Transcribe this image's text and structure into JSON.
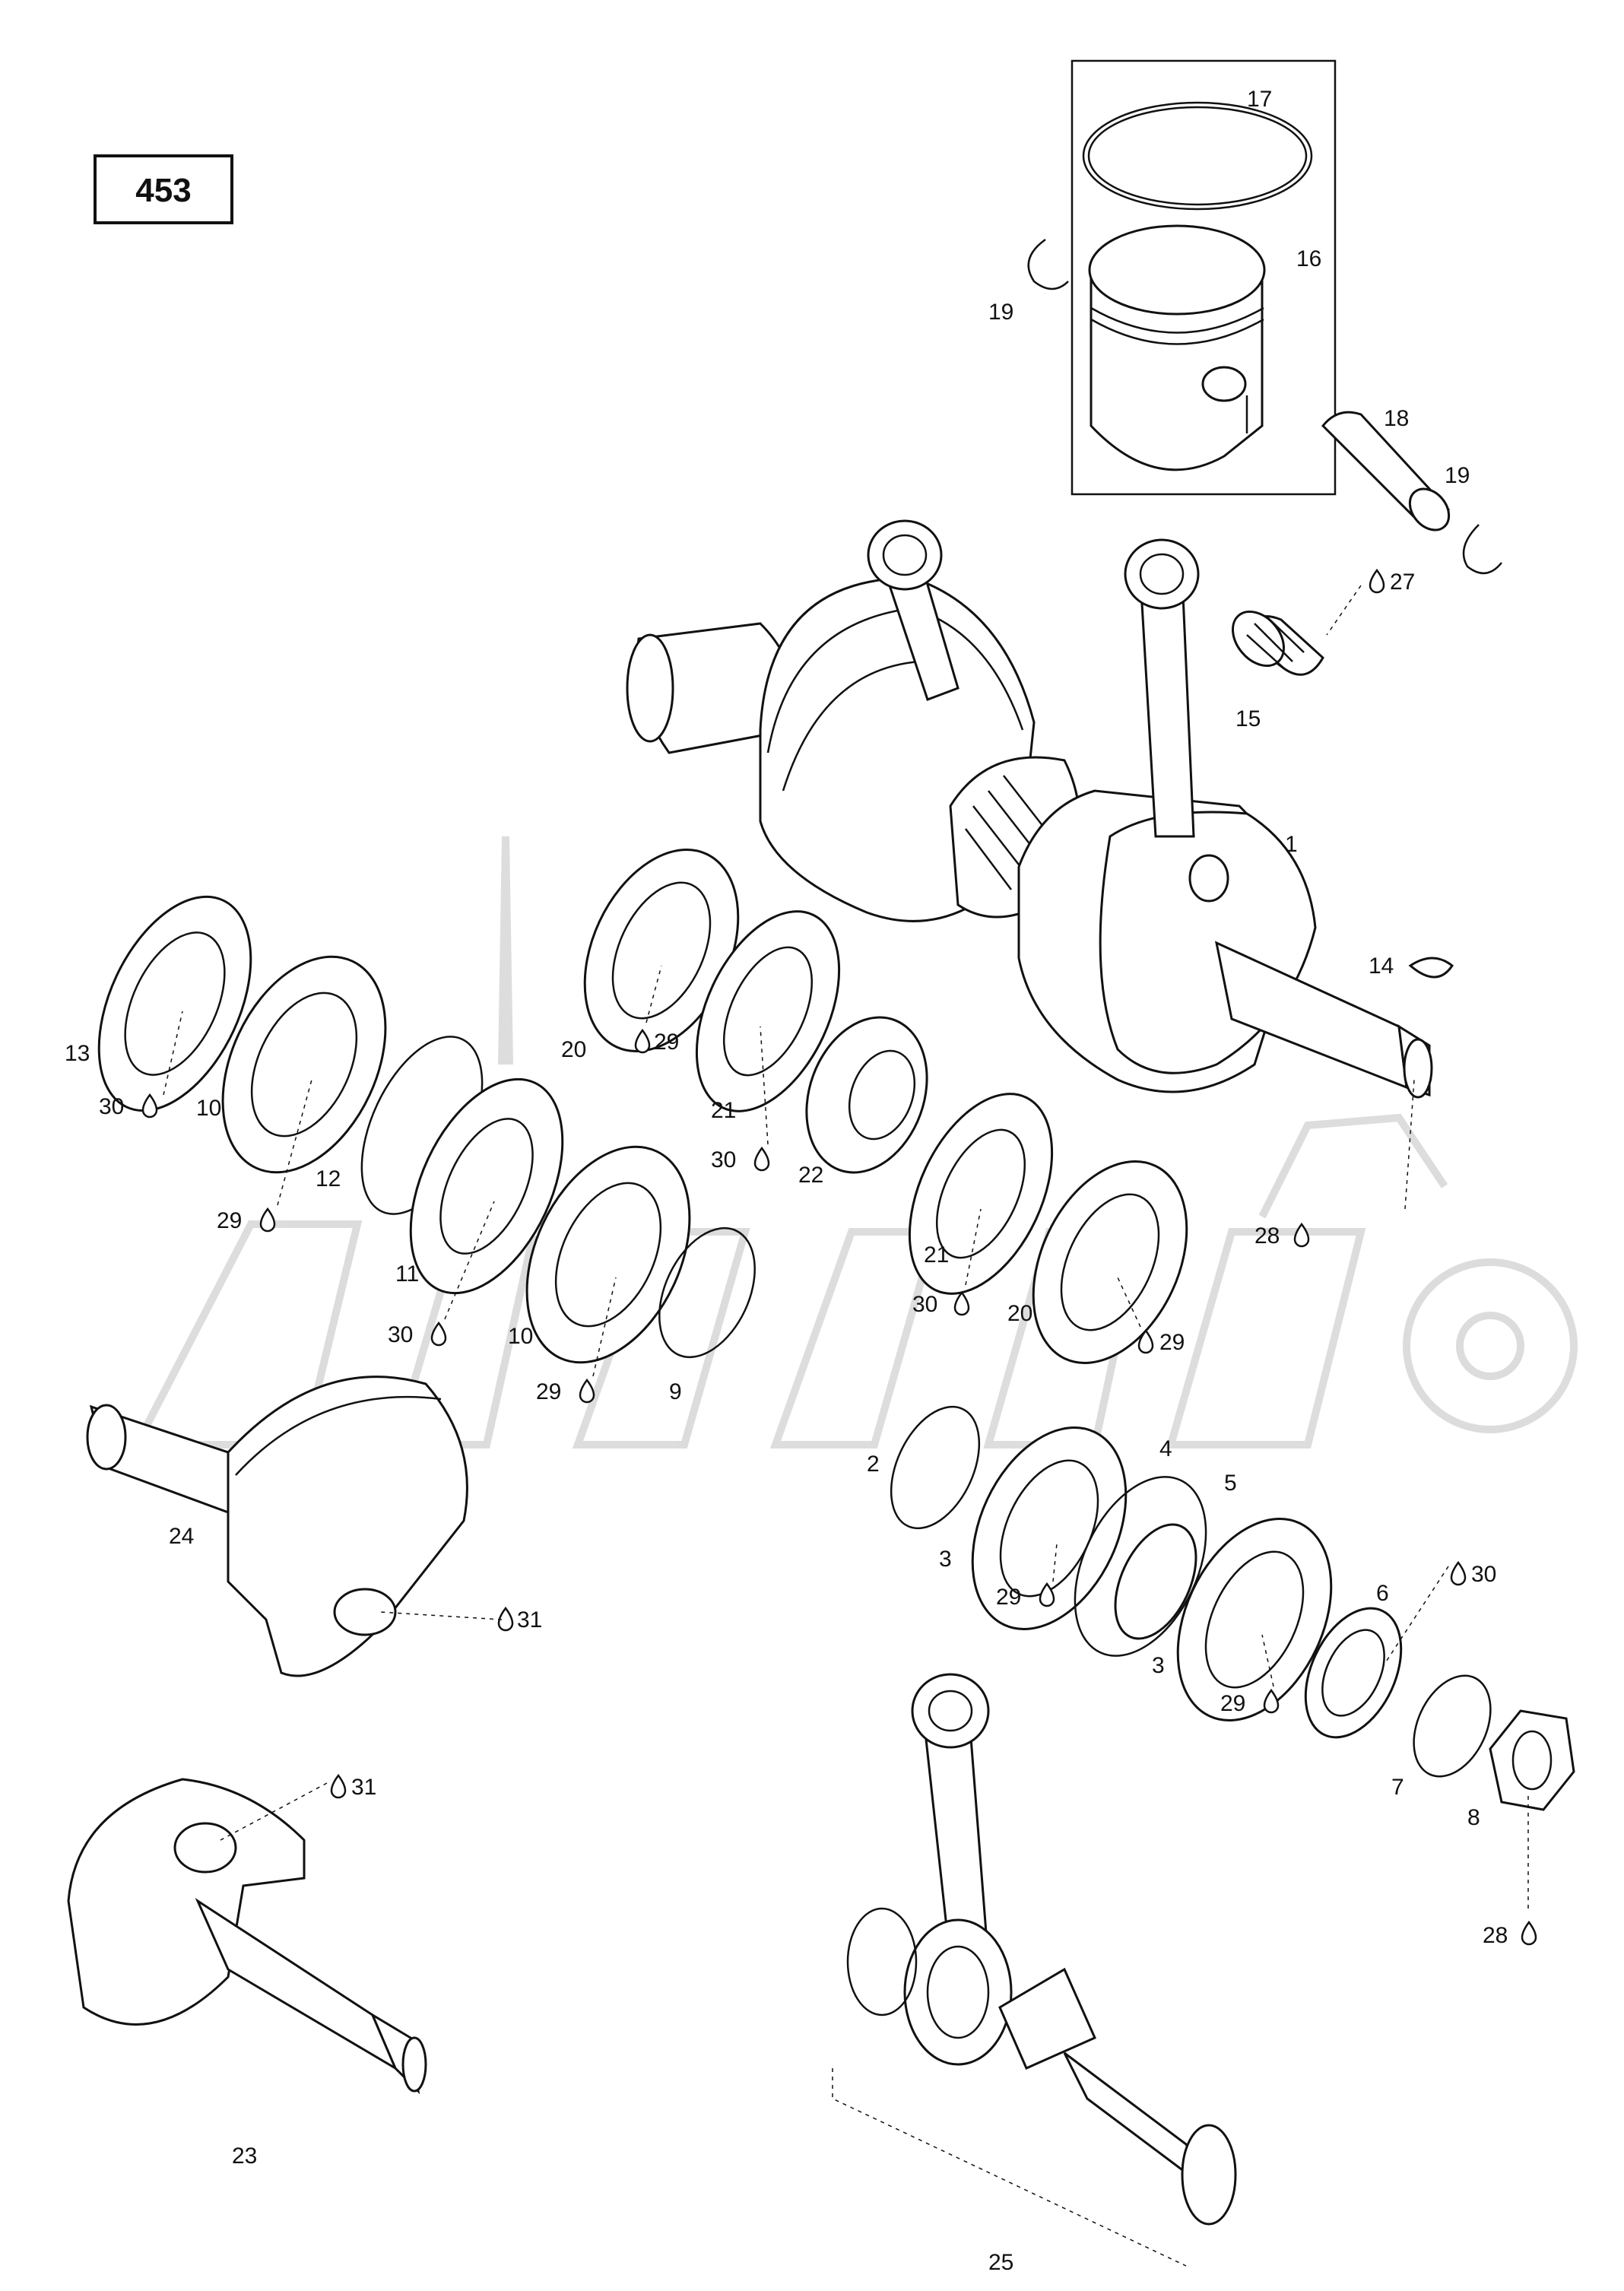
{
  "reference_number": "453",
  "watermark_text": "",
  "callouts": [
    {
      "id": "c1",
      "label": "1",
      "lube": false
    },
    {
      "id": "c2",
      "label": "2",
      "lube": false
    },
    {
      "id": "c3a",
      "label": "3",
      "lube": false
    },
    {
      "id": "c3b",
      "label": "3",
      "lube": false
    },
    {
      "id": "c4",
      "label": "4",
      "lube": false
    },
    {
      "id": "c5",
      "label": "5",
      "lube": false
    },
    {
      "id": "c6",
      "label": "6",
      "lube": false
    },
    {
      "id": "c7",
      "label": "7",
      "lube": false
    },
    {
      "id": "c8",
      "label": "8",
      "lube": false
    },
    {
      "id": "c9",
      "label": "9",
      "lube": false
    },
    {
      "id": "c10a",
      "label": "10",
      "lube": false
    },
    {
      "id": "c10b",
      "label": "10",
      "lube": false
    },
    {
      "id": "c11",
      "label": "11",
      "lube": false
    },
    {
      "id": "c12",
      "label": "12",
      "lube": false
    },
    {
      "id": "c13",
      "label": "13",
      "lube": false
    },
    {
      "id": "c14",
      "label": "14",
      "lube": false
    },
    {
      "id": "c15",
      "label": "15",
      "lube": false
    },
    {
      "id": "c16",
      "label": "16",
      "lube": false
    },
    {
      "id": "c17",
      "label": "17",
      "lube": false
    },
    {
      "id": "c18",
      "label": "18",
      "lube": false
    },
    {
      "id": "c19a",
      "label": "19",
      "lube": false
    },
    {
      "id": "c19b",
      "label": "19",
      "lube": false
    },
    {
      "id": "c20a",
      "label": "20",
      "lube": false
    },
    {
      "id": "c20b",
      "label": "20",
      "lube": false
    },
    {
      "id": "c21a",
      "label": "21",
      "lube": false
    },
    {
      "id": "c21b",
      "label": "21",
      "lube": false
    },
    {
      "id": "c22",
      "label": "22",
      "lube": false
    },
    {
      "id": "c23",
      "label": "23",
      "lube": false
    },
    {
      "id": "c24",
      "label": "24",
      "lube": false
    },
    {
      "id": "c25",
      "label": "25",
      "lube": false
    },
    {
      "id": "c27",
      "label": "27",
      "lube": true
    },
    {
      "id": "c28a",
      "label": "28",
      "lube": true
    },
    {
      "id": "c28b",
      "label": "28",
      "lube": true
    },
    {
      "id": "c29a",
      "label": "29",
      "lube": true
    },
    {
      "id": "c29b",
      "label": "29",
      "lube": true
    },
    {
      "id": "c29c",
      "label": "29",
      "lube": true
    },
    {
      "id": "c29d",
      "label": "29",
      "lube": true
    },
    {
      "id": "c29e",
      "label": "29",
      "lube": true
    },
    {
      "id": "c29f",
      "label": "29",
      "lube": true
    },
    {
      "id": "c30a",
      "label": "30",
      "lube": true
    },
    {
      "id": "c30b",
      "label": "30",
      "lube": true
    },
    {
      "id": "c30c",
      "label": "30",
      "lube": true
    },
    {
      "id": "c30d",
      "label": "30",
      "lube": true
    },
    {
      "id": "c30e",
      "label": "30",
      "lube": true
    },
    {
      "id": "c31a",
      "label": "31",
      "lube": true
    },
    {
      "id": "c31b",
      "label": "31",
      "lube": true
    }
  ]
}
